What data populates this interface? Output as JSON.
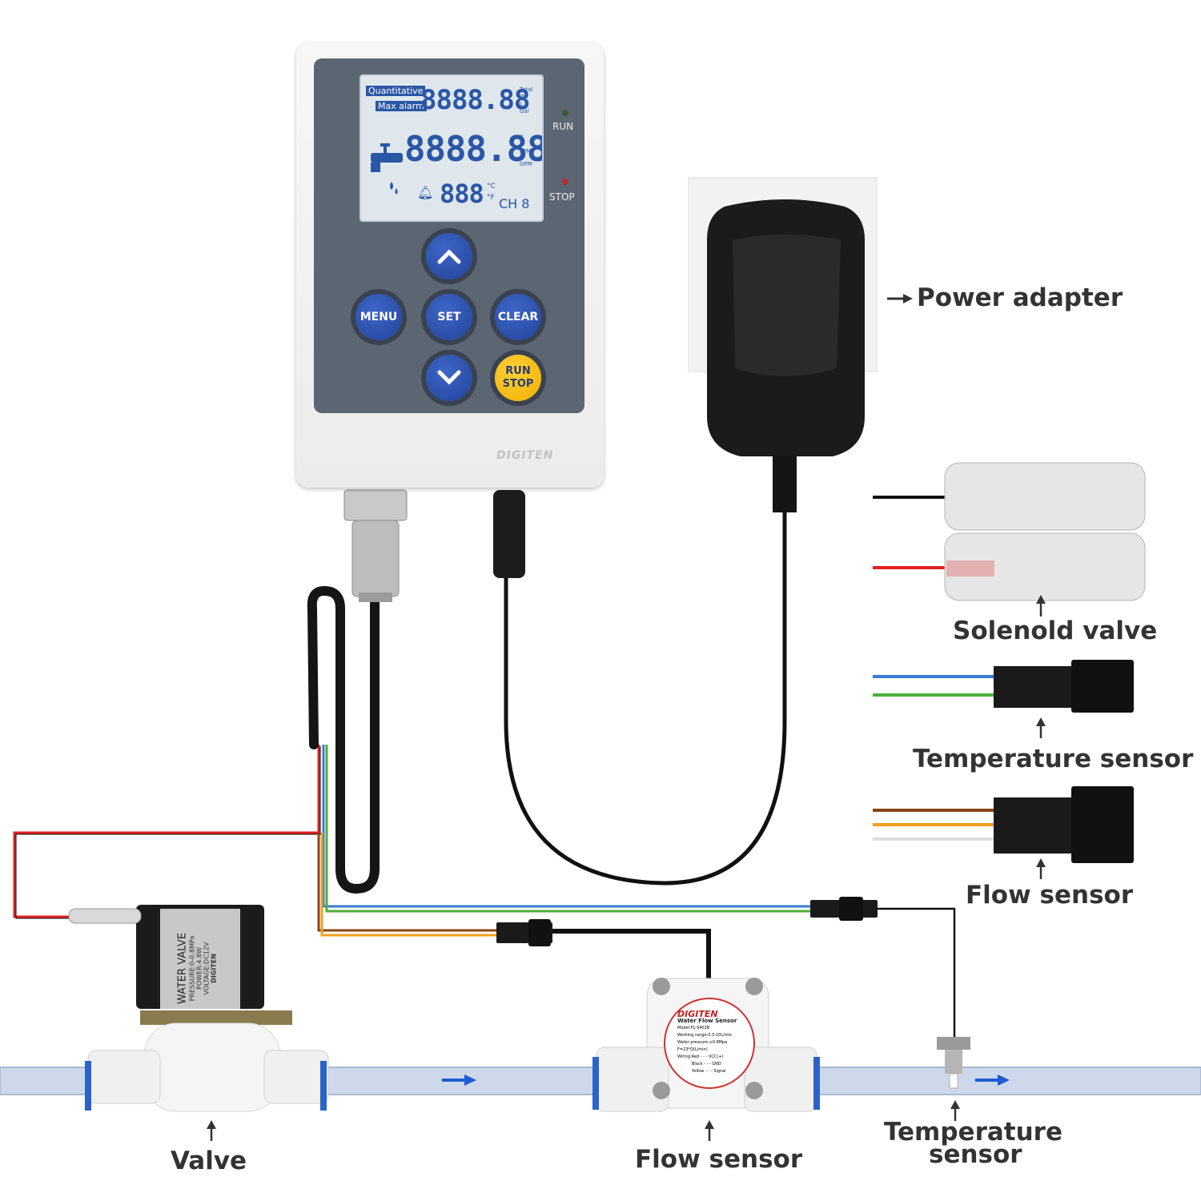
{
  "controller": {
    "lcd": {
      "tag_quantitative": "Quantitative",
      "tag_max_alarm": "Max alarm",
      "digits_top": "8888.88",
      "digits_mid": "8888.88",
      "digits_temp": "888",
      "units_top": [
        "Total",
        "PW",
        "L",
        "Gal"
      ],
      "unit_k": "K",
      "unit_lpm": "LPM",
      "unit_gpm": "GPM",
      "unit_c": "°C",
      "unit_f": "°F",
      "channel": "CH 8"
    },
    "indicators": {
      "run": "RUN",
      "stop": "STOP"
    },
    "buttons": {
      "menu": "MENU",
      "set": "SET",
      "clear": "CLEAR",
      "run": "RUN",
      "stop": "STOP"
    },
    "brand": "DIGITEN"
  },
  "labels": {
    "power_adapter": "Power adapter",
    "solenoid_valve": "Solenold valve",
    "temperature_sensor_right": "Temperature sensor",
    "flow_sensor_right": "Flow sensor",
    "valve_bottom": "Valve",
    "flow_sensor_bottom": "Flow sensor",
    "temperature_bottom_line1": "Temperature",
    "temperature_bottom_line2": "sensor"
  },
  "valve_text": {
    "title": "WATER VALVE",
    "pressure": "PRESSURE:0-0.8MPa",
    "power": "POWER:4.8W",
    "voltage": "VOLTAGE:DC12V",
    "brand": "DIGITEN"
  },
  "flow_sensor_text": {
    "brand": "DIGITEN",
    "name": "Water Flow Sensor",
    "model": "Model:FL-S402B",
    "range": "Working range:0.3-10L/min",
    "pressure": "Water pressure:≤0.8Mpa",
    "formula": "F=23*Q(L/min)",
    "wiring_red": "Wiring:Red - - - VCC(+)",
    "wiring_black": "Black - - - GND",
    "wiring_yellow": "Yellow - - - Signal"
  },
  "colors": {
    "wire_red": "#e02020",
    "wire_black": "#111111",
    "wire_blue": "#3a7bd5",
    "wire_green": "#4caf3a",
    "wire_brown": "#8b4513",
    "wire_yellow": "#f0a020",
    "pipe": "#cdd9ea",
    "flow_arrow": "#1e5bd6",
    "button_blue": "#2a4fa8",
    "button_yellow": "#f5b800"
  }
}
